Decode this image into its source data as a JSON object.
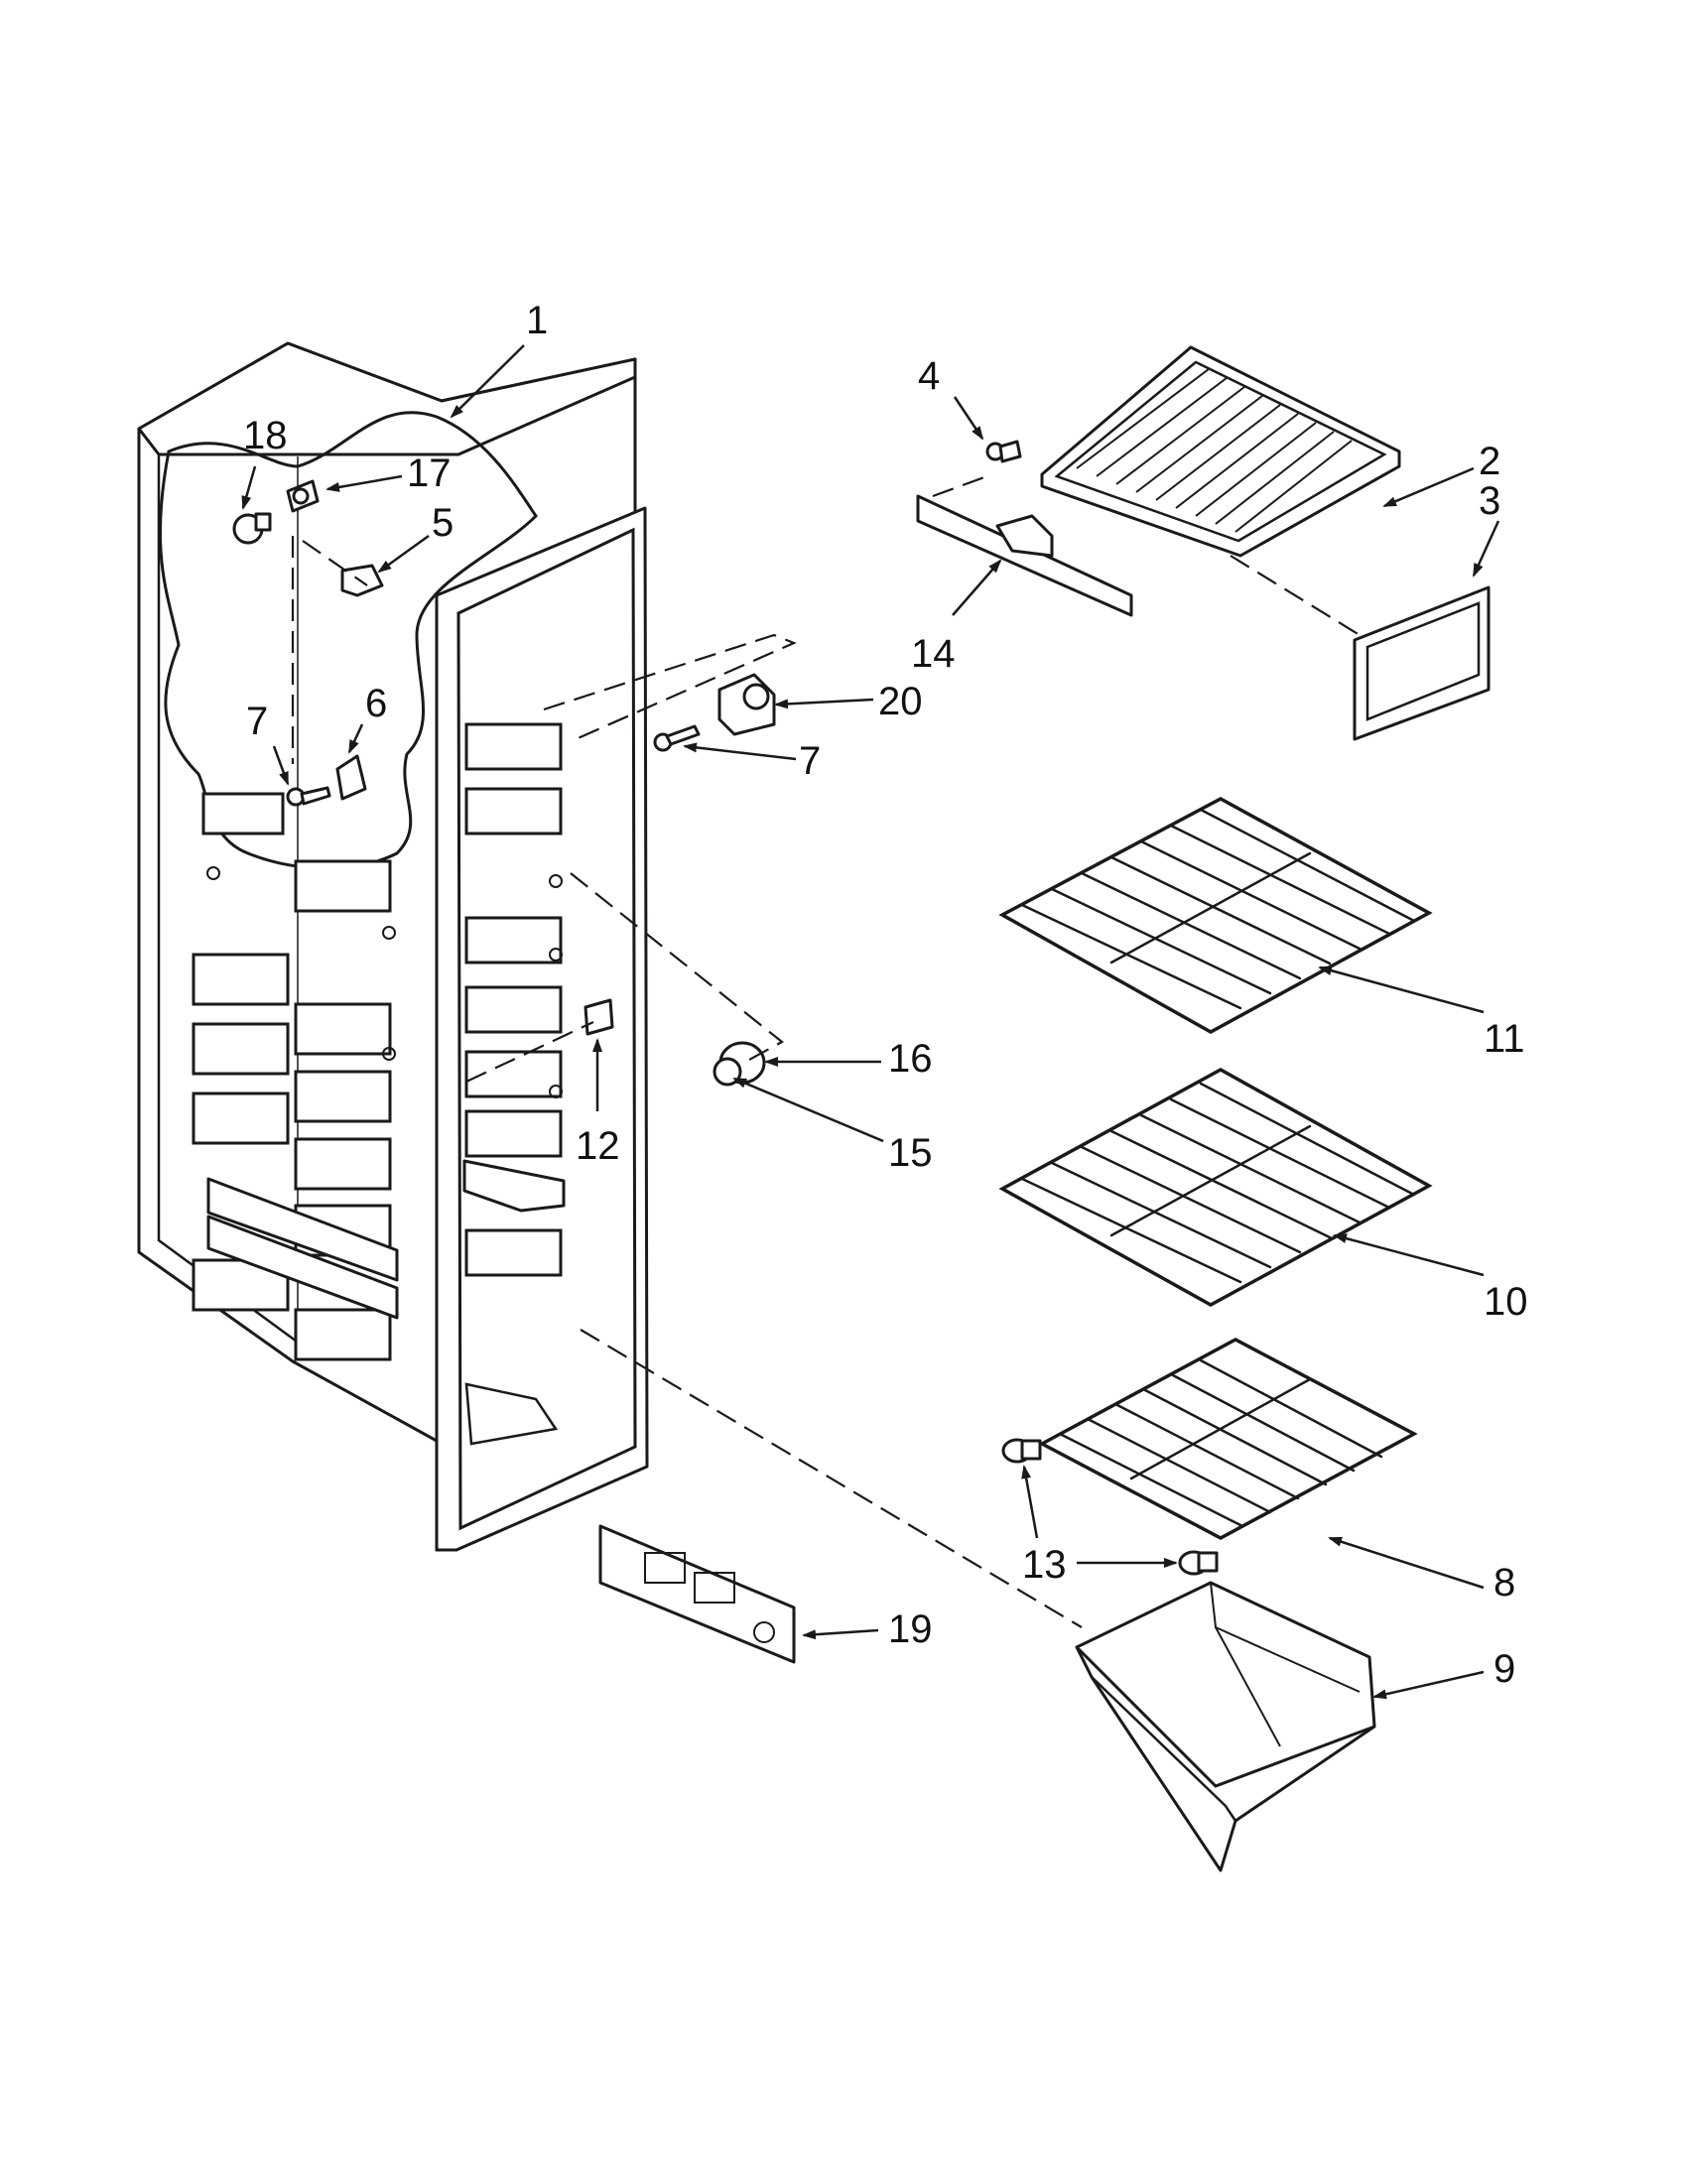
{
  "callouts": {
    "c1": "1",
    "c2": "2",
    "c3": "3",
    "c4": "4",
    "c5": "5",
    "c6": "6",
    "c7a": "7",
    "c7b": "7",
    "c8": "8",
    "c9": "9",
    "c10": "10",
    "c11": "11",
    "c12": "12",
    "c13": "13",
    "c14": "14",
    "c15": "15",
    "c16": "16",
    "c17": "17",
    "c18": "18",
    "c19": "19",
    "c20": "20"
  }
}
